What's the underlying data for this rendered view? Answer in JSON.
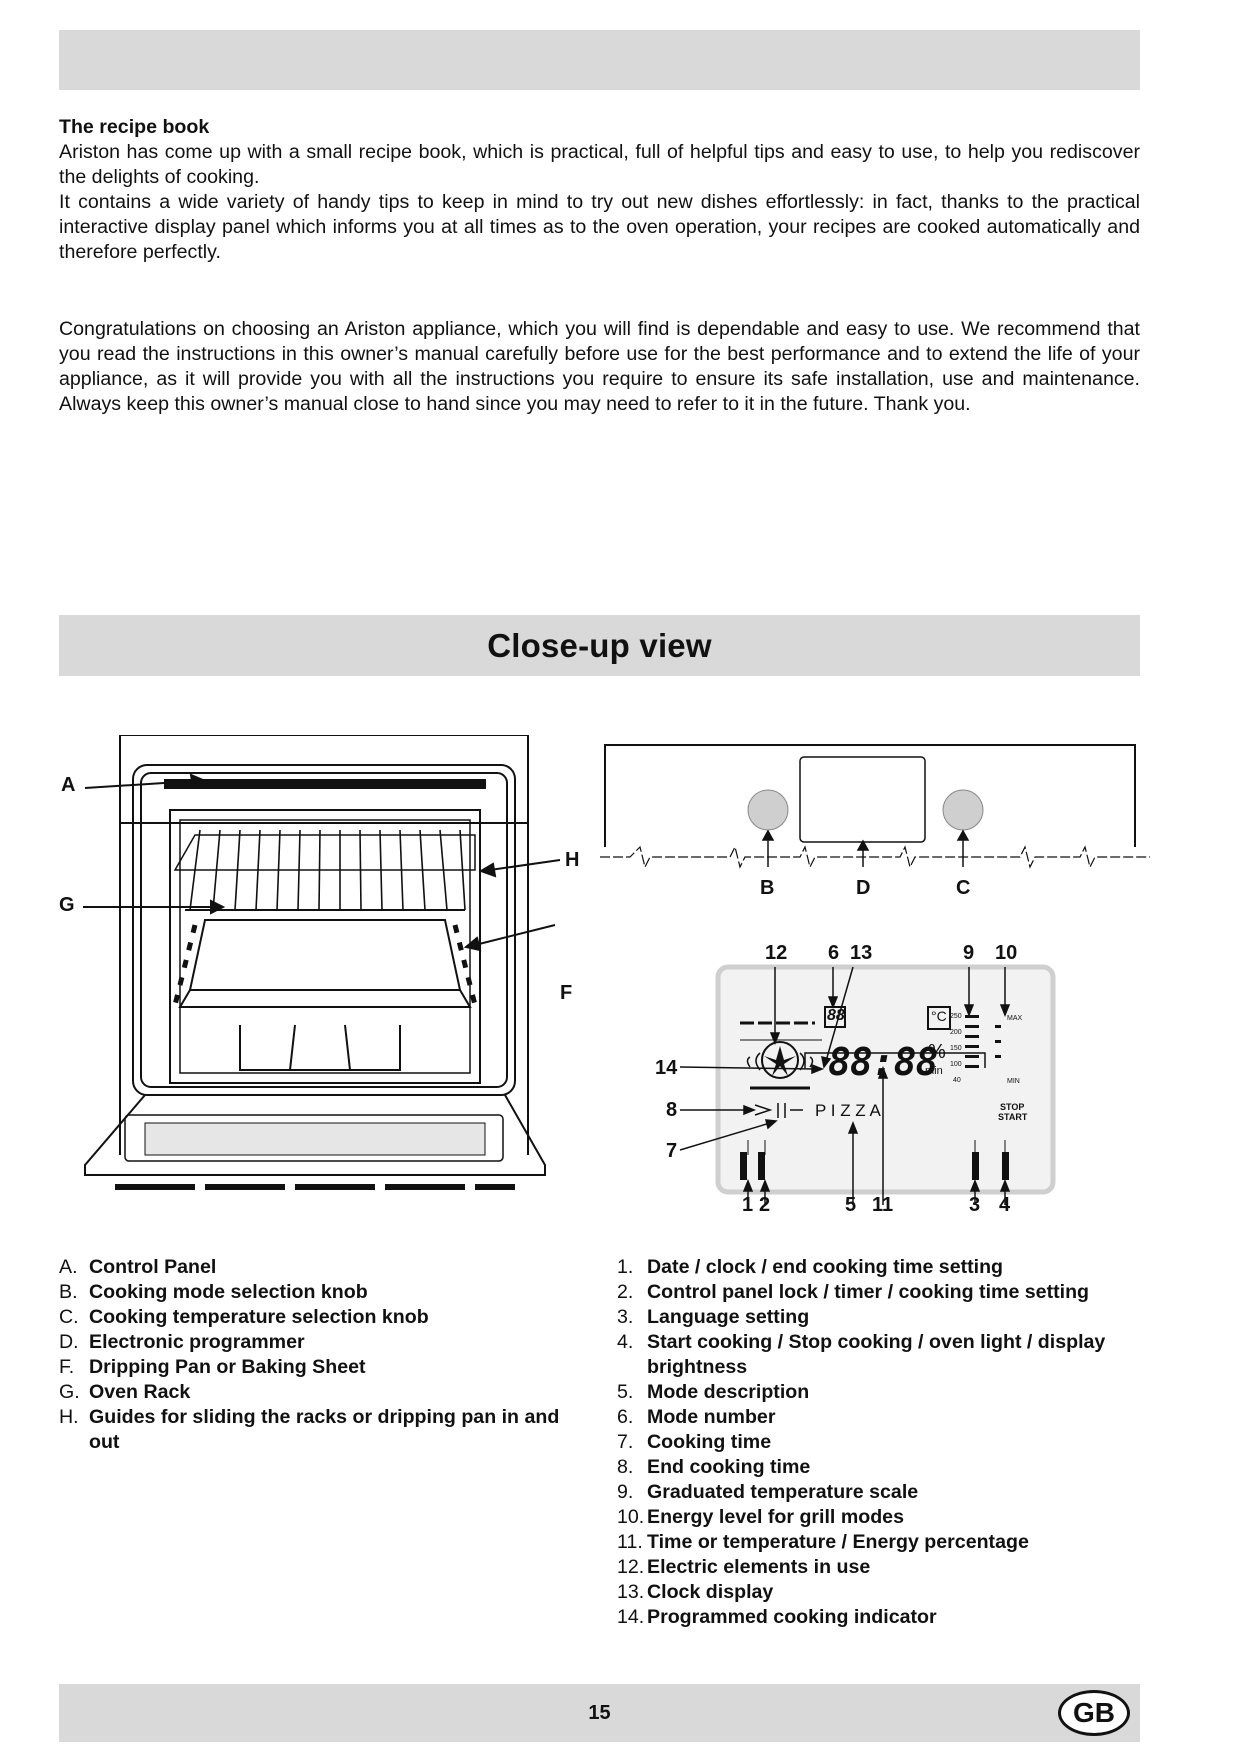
{
  "recipe": {
    "title": "The recipe book",
    "p1": "Ariston has come up with a small recipe book, which is practical, full of helpful tips and easy to use, to help you rediscover the delights of cooking.",
    "p2": "It contains a wide variety of handy tips to keep in mind to try out new dishes effortlessly: in fact, thanks to the practical interactive display panel which informs you at all times as to the oven operation, your recipes are cooked automatically and therefore perfectly."
  },
  "congrats": "Congratulations on choosing an Ariston appliance, which you will find is dependable and easy to use. We recommend that you read the instructions in this owner’s manual carefully before use for the best performance and to extend the life of your appliance, as it will provide you with all the instructions you require to ensure its safe installation, use and maintenance. Always keep this owner’s manual close to hand since you may need to refer to it in the future. Thank you.",
  "section_title": "Close-up view",
  "oven_callouts": {
    "a": "A",
    "g": "G",
    "h": "H",
    "f": "F"
  },
  "panel_callouts": {
    "b": "B",
    "d": "D",
    "c": "C",
    "n12": "12",
    "n6": "6",
    "n13": "13",
    "n9": "9",
    "n10": "10",
    "n14": "14",
    "n8": "8",
    "n7": "7",
    "n1": "1",
    "n2": "2",
    "n5": "5",
    "n11": "11",
    "n3": "3",
    "n4": "4"
  },
  "display": {
    "digits": "88:88",
    "mode_num": "88",
    "percent": "%",
    "min": "min",
    "pizza": "P I Z Z A",
    "celsius": "°C",
    "stop": "STOP",
    "start": "START",
    "scale": [
      "250",
      "200",
      "150",
      "100",
      "40"
    ],
    "max": "MAX",
    "minlabel": "MIN"
  },
  "legend_left": [
    {
      "key": "A.",
      "label": "Control Panel"
    },
    {
      "key": "B.",
      "label": "Cooking mode selection knob"
    },
    {
      "key": "C.",
      "label": "Cooking temperature selection knob"
    },
    {
      "key": "D.",
      "label": "Electronic programmer"
    },
    {
      "key": "F.",
      "label": "Dripping Pan or Baking Sheet"
    },
    {
      "key": "G.",
      "label": "Oven Rack"
    },
    {
      "key": "H.",
      "label": "Guides for sliding the racks or dripping pan in and out"
    }
  ],
  "legend_right": [
    {
      "key": "1.",
      "label": "Date / clock / end cooking time setting"
    },
    {
      "key": "2.",
      "label": "Control panel lock / timer / cooking time setting"
    },
    {
      "key": "3.",
      "label": "Language setting"
    },
    {
      "key": "4.",
      "label": "Start cooking / Stop cooking / oven light / display brightness"
    },
    {
      "key": "5.",
      "label": "Mode description"
    },
    {
      "key": "6.",
      "label": "Mode number"
    },
    {
      "key": "7.",
      "label": "Cooking time"
    },
    {
      "key": "8.",
      "label": "End cooking time"
    },
    {
      "key": "9.",
      "label": "Graduated temperature scale"
    },
    {
      "key": "10.",
      "label": "Energy level for grill modes"
    },
    {
      "key": "11.",
      "label": "Time or temperature / Energy percentage"
    },
    {
      "key": "12.",
      "label": "Electric elements in use"
    },
    {
      "key": "13.",
      "label": "Clock display"
    },
    {
      "key": "14.",
      "label": "Programmed cooking indicator"
    }
  ],
  "footer": {
    "page_number": "15",
    "country": "GB"
  }
}
